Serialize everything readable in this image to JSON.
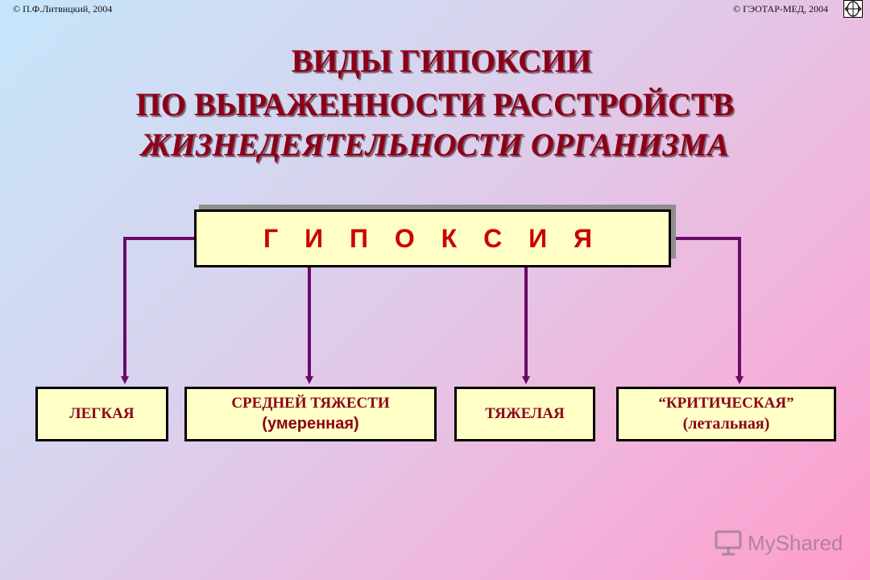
{
  "header": {
    "copyright_left": "© П.Ф.Литвицкий, 2004",
    "copyright_right": "© ГЭОТАР-МЕД, 2004"
  },
  "title": {
    "line1": "ВИДЫ   ГИПОКСИИ",
    "line2": "ПО   ВЫРАЖЕННОСТИ   РАССТРОЙСТВ",
    "line3": "ЖИЗНЕДЕЯТЕЛЬНОСТИ   ОРГАНИЗМА"
  },
  "diagram": {
    "root": "Г И П О К С И Я",
    "children": [
      {
        "line1": "ЛЕГКАЯ",
        "line2": ""
      },
      {
        "line1": "СРЕДНЕЙ ТЯЖЕСТИ",
        "line2": "(умеренная)"
      },
      {
        "line1": "ТЯЖЕЛАЯ",
        "line2": ""
      },
      {
        "line1": "“КРИТИЧЕСКАЯ”",
        "line2": "(летальная)"
      }
    ]
  },
  "watermark": {
    "text": "MyShared"
  },
  "colors": {
    "title": "#8b0019",
    "root_text": "#cc0000",
    "box_fill": "#ffffc6",
    "connector": "#6a0a6a"
  }
}
